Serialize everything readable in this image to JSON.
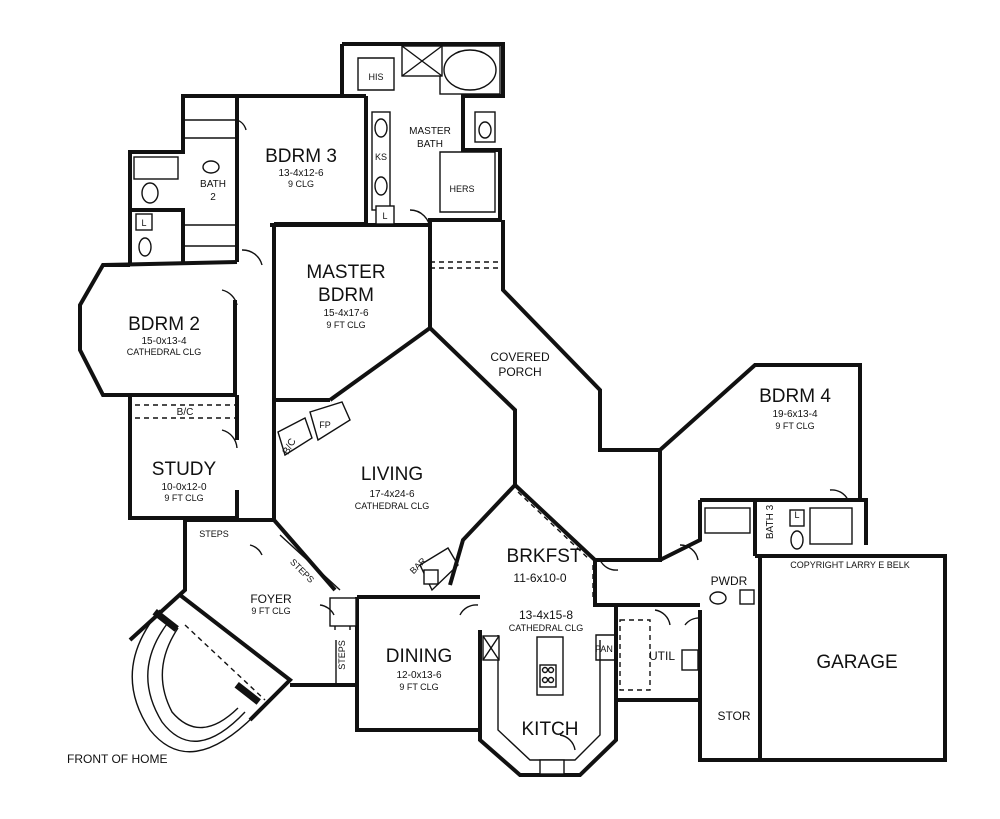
{
  "rooms": {
    "bdrm3": {
      "name": "BDRM 3",
      "size": "13-4x12-6",
      "ceiling": "9 CLG"
    },
    "bath2": {
      "name": "BATH",
      "num": "2"
    },
    "his": "HIS",
    "master_bath": {
      "line1": "MASTER",
      "line2": "BATH"
    },
    "ks": "KS",
    "hers": "HERS",
    "l_a": "L",
    "l_b": "L",
    "l_c": "L",
    "master_bdrm": {
      "line1": "MASTER",
      "line2": "BDRM",
      "size": "15-4x17-6",
      "ceiling": "9 FT CLG"
    },
    "bdrm2": {
      "name": "BDRM 2",
      "size": "15-0x13-4",
      "ceiling": "CATHEDRAL CLG"
    },
    "bc_a": "B/C",
    "bc_b": "B/C",
    "fp": "FP",
    "study": {
      "name": "STUDY",
      "size": "10-0x12-0",
      "ceiling": "9 FT CLG"
    },
    "living": {
      "name": "LIVING",
      "size": "17-4x24-6",
      "ceiling": "CATHEDRAL CLG"
    },
    "covered_porch": {
      "line1": "COVERED",
      "line2": "PORCH"
    },
    "bdrm4": {
      "name": "BDRM 4",
      "size": "19-6x13-4",
      "ceiling": "9 FT CLG"
    },
    "bath3": "BATH 3",
    "brkfst": {
      "name": "BRKFST",
      "size": "11-6x10-0"
    },
    "kitch": {
      "size": "13-4x15-8",
      "ceiling": "CATHEDRAL CLG",
      "name": "KITCH"
    },
    "bar": "BAR",
    "pan": "PAN",
    "util": "UTIL",
    "pwdr": "PWDR",
    "stor": "STOR",
    "garage": "GARAGE",
    "foyer": {
      "name": "FOYER",
      "ceiling": "9 FT CLG"
    },
    "dining": {
      "name": "DINING",
      "size": "12-0x13-6",
      "ceiling": "9 FT CLG"
    },
    "steps_a": "STEPS",
    "steps_b": "STEPS",
    "steps_c": "STEPS"
  },
  "copyright": "COPYRIGHT LARRY E BELK",
  "front_label": "FRONT OF HOME"
}
